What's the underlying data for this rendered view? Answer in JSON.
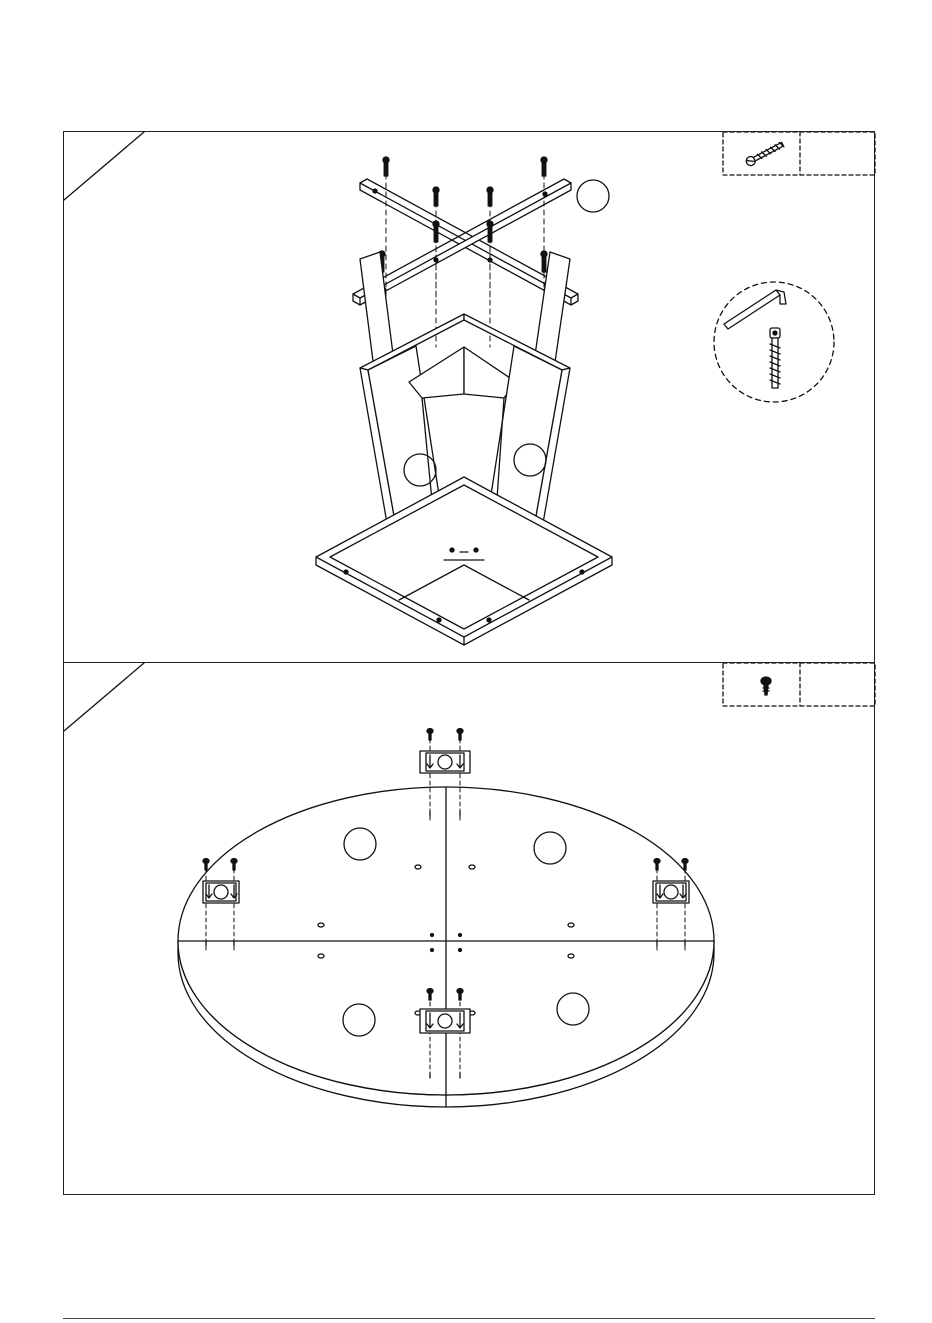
{
  "document": {
    "type": "assembly-instructions",
    "steps": [
      {
        "name": "step-1",
        "hardware": [
          {
            "icon": "bolt-icon"
          }
        ],
        "detail": {
          "icons": [
            "allen-key-icon",
            "bolt-icon"
          ]
        },
        "part_labels": [
          "",
          "",
          ""
        ]
      },
      {
        "name": "step-2",
        "hardware": [
          {
            "icon": "screw-icon"
          }
        ],
        "part_labels": [
          "",
          "",
          "",
          ""
        ]
      }
    ]
  },
  "colors": {
    "line": "#111111",
    "dash": "#222222",
    "paper": "#ffffff"
  }
}
